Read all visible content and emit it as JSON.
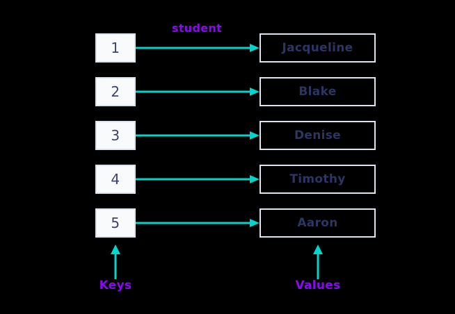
{
  "diagram": {
    "title_label": "student",
    "keys_caption": "Keys",
    "values_caption": "Values",
    "colors": {
      "background": "#000000",
      "arrow": "#00d6cc",
      "accent_purple": "#8a0af0",
      "value_text": "#2c3563",
      "key_text": "#3f4170",
      "key_fill": "#f8fafc",
      "box_border": "#dfe5ef"
    },
    "pairs": [
      {
        "key": "1",
        "value": "Jacqueline"
      },
      {
        "key": "2",
        "value": "Blake"
      },
      {
        "key": "3",
        "value": "Denise"
      },
      {
        "key": "4",
        "value": "Timothy"
      },
      {
        "key": "5",
        "value": "Aaron"
      }
    ]
  }
}
